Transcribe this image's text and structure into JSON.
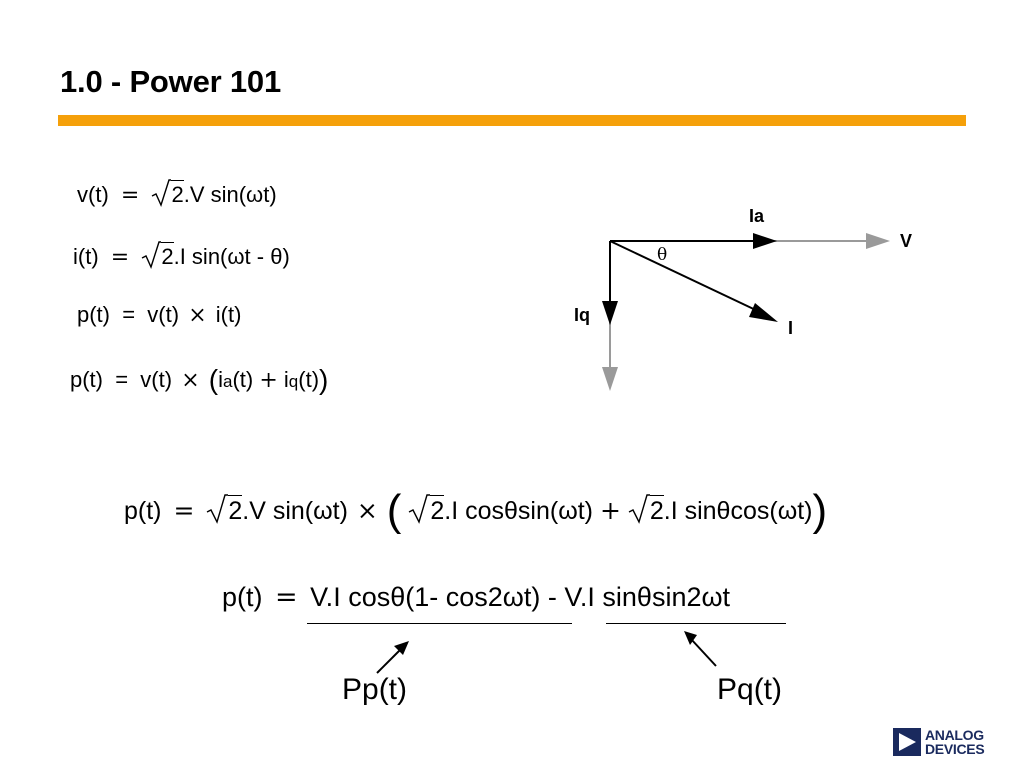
{
  "slide": {
    "title": "1.0 - Power 101"
  },
  "equations": {
    "eq1": {
      "lhs": "v(t)",
      "op": "=",
      "rad": "2",
      "rhs": ".V sin(ωt)"
    },
    "eq2": {
      "lhs": "i(t)",
      "op": "=",
      "rad": "2",
      "rhs": ".I sin(ωt - θ)"
    },
    "eq3": {
      "text_a": "p(t)  =  v(t)",
      "times": "×",
      "text_b": "i(t)"
    },
    "eq4": {
      "text_a": "p(t)  =  v(t)",
      "times": "×",
      "paren_open": "(",
      "ia": "i",
      "ia_sub": "a",
      "ia_tail": "(t)",
      "plus": "+",
      "iq": "i",
      "iq_sub": "q",
      "iq_tail": "(t)",
      "paren_close": ")"
    },
    "eq5": {
      "lhs": "p(t)",
      "op": "=",
      "rad1": "2",
      "part1": ".V sin(ωt)",
      "times": "×",
      "paren_open": "(",
      "rad2": "2",
      "part2": ".I cosθsin(ωt)",
      "plus": "+",
      "rad3": "2",
      "part3": ".I sinθcos(ωt)",
      "paren_close": ")"
    },
    "eq6": {
      "lhs": "p(t)",
      "op": "=",
      "term1": "V.I cosθ(1- cos2ωt)",
      "minus": "-",
      "term2": "V.I sinθsin2ωt"
    }
  },
  "labels": {
    "pp": "Pp(t)",
    "pq": "Pq(t)"
  },
  "phasor": {
    "ia_label": "Ia",
    "v_label": "V",
    "theta_label": "θ",
    "iq_label": "Iq",
    "i_label": "I"
  },
  "logo": {
    "line1": "ANALOG",
    "line2": "DEVICES",
    "color": "#1a2a5e"
  },
  "colors": {
    "accent_bar": "#f5a00a",
    "phasor_black": "#000000",
    "phasor_gray": "#9a9a9a"
  }
}
